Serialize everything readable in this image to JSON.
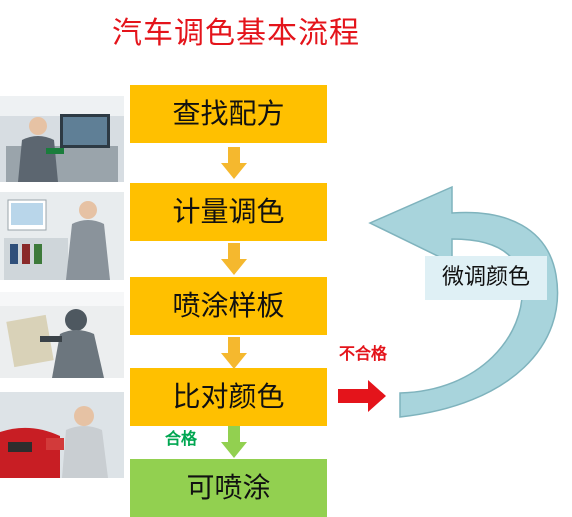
{
  "title": "汽车调色基本流程",
  "steps": [
    {
      "label": "查找配方"
    },
    {
      "label": "计量调色"
    },
    {
      "label": "喷涂样板"
    },
    {
      "label": "比对颜色"
    },
    {
      "label": "可喷涂"
    }
  ],
  "pass_label": "合格",
  "fail_label": "不合格",
  "loop_label": "微调颜色",
  "colors": {
    "title": "#e4141b",
    "step_fill": "#ffc000",
    "final_fill": "#92d050",
    "connector_arrow": "#f5b82e",
    "pass_arrow": "#92d050",
    "fail_arrow": "#e4141b",
    "loop_arrow": "#a8d4dc"
  }
}
